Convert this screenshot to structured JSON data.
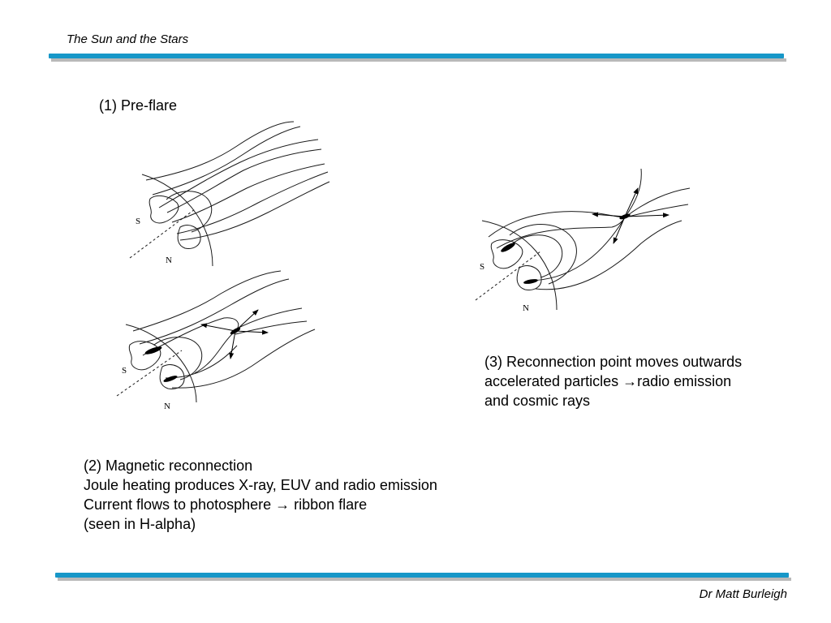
{
  "header": {
    "title": "The Sun and the Stars"
  },
  "footer": {
    "author": "Dr Matt Burleigh"
  },
  "colors": {
    "rule": "#1797c8",
    "rule_shadow": "#b9b9b9"
  },
  "panels": {
    "pre_flare": {
      "label": "(1) Pre-flare",
      "south_label": "S",
      "north_label": "N"
    },
    "reconnection": {
      "south_label": "S",
      "north_label": "N",
      "caption": [
        "(2) Magnetic reconnection",
        "Joule heating produces X-ray, EUV and radio emission",
        "Current flows to photosphere → ribbon flare",
        "(seen in H-alpha)"
      ]
    },
    "outward": {
      "south_label": "S",
      "north_label": "N",
      "caption": [
        "(3) Reconnection point moves outwards",
        "accelerated particles →radio emission",
        "and cosmic rays"
      ]
    }
  }
}
